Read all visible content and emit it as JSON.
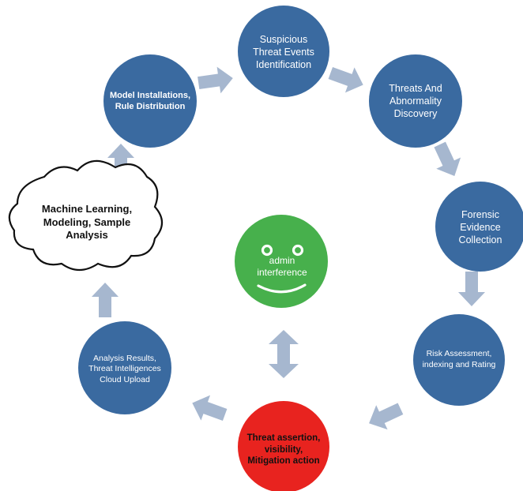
{
  "colors": {
    "node_fill": "#3a6aa0",
    "arrow_fill": "#a6b7cf",
    "center_fill": "#47b04c",
    "mitigation_fill": "#e8231f",
    "cloud_fill": "#ffffff",
    "cloud_stroke": "#111111"
  },
  "nodes": {
    "suspicious": "Suspicious\nThreat Events\nIdentification",
    "abnormality": "Threats And\nAbnormality\nDiscovery",
    "forensic": "Forensic\nEvidence\nCollection",
    "risk": "Risk Assessment,\nindexing and Rating",
    "mitigation": "Threat assertion,\nvisibility,\nMitigation action",
    "analysis": "Analysis Results,\nThreat Intelligences\nCloud Upload",
    "cloud": "Machine Learning,\nModeling, Sample\nAnalysis",
    "model": "Model Installations,\nRule Distribution"
  },
  "center": {
    "label": "admin\ninterference",
    "icon": "smiley-face-icon"
  },
  "arrows": [
    "arrow-right",
    "arrow-right",
    "arrow-down",
    "arrow-down",
    "arrow-left",
    "arrow-left",
    "arrow-up",
    "arrow-up",
    "double-arrow-vertical"
  ]
}
